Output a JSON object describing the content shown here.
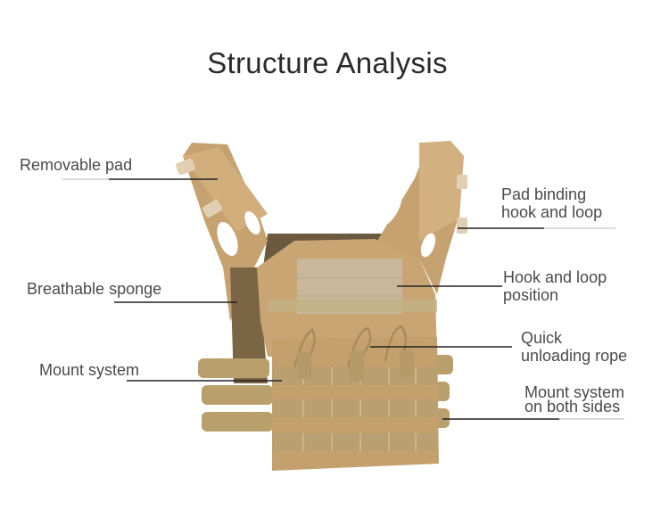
{
  "title": "Structure Analysis",
  "colors": {
    "background": "#ffffff",
    "title_text": "#2a2a2a",
    "label_text": "#4a4a4a",
    "leader_line": "#222222",
    "vest_tan": "#c9a574",
    "vest_shadow": "#a9855a",
    "velcro_panel": "#c8b79a",
    "mesh": "#6b5a40",
    "molle_webbing": "#b8a070"
  },
  "callouts": [
    {
      "id": "removable-pad",
      "lines": [
        "Removable pad"
      ],
      "side": "left"
    },
    {
      "id": "pad-binding",
      "lines": [
        "Pad binding",
        "hook and loop"
      ],
      "side": "right"
    },
    {
      "id": "breathable-sponge",
      "lines": [
        "Breathable sponge"
      ],
      "side": "left"
    },
    {
      "id": "hook-loop-position",
      "lines": [
        "Hook and loop",
        "position"
      ],
      "side": "right"
    },
    {
      "id": "quick-unloading-rope",
      "lines": [
        "Quick",
        "unloading rope"
      ],
      "side": "right"
    },
    {
      "id": "mount-system",
      "lines": [
        "Mount system"
      ],
      "side": "left"
    },
    {
      "id": "mount-system-both-sides",
      "lines": [
        "Mount system",
        "on both sides"
      ],
      "side": "right"
    }
  ]
}
